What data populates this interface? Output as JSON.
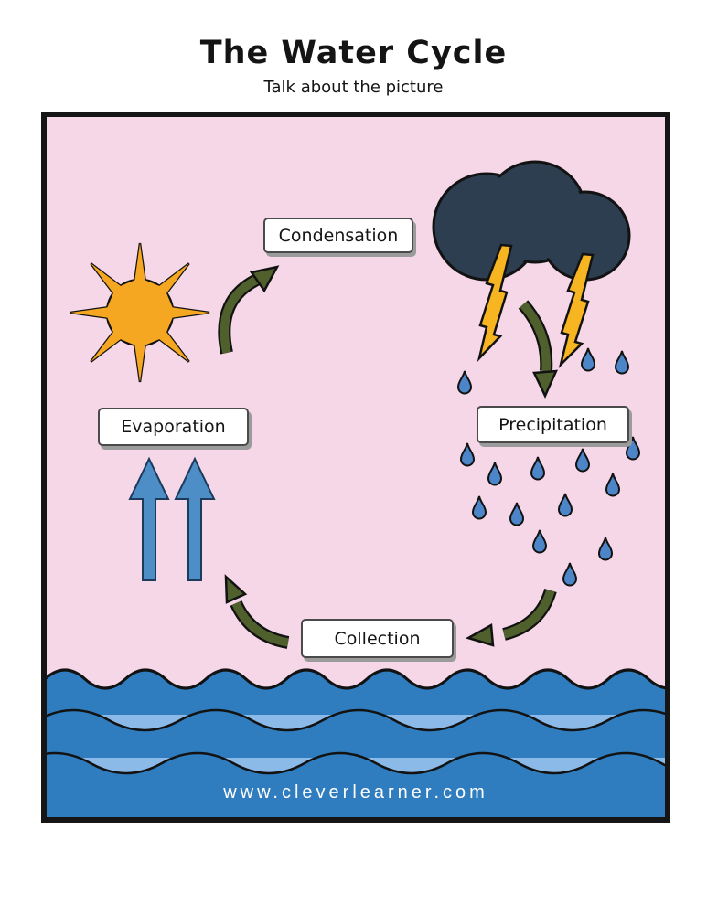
{
  "page": {
    "title": "The Water Cycle",
    "subtitle": "Talk about the picture",
    "watermark": "www.cleverlearner.com"
  },
  "diagram": {
    "labels": {
      "condensation": "Condensation",
      "precipitation": "Precipitation",
      "evaporation": "Evaporation",
      "collection": "Collection"
    },
    "icons": {
      "sun": "sun-icon",
      "storm_cloud": "storm-cloud-icon",
      "lightning": "lightning-bolt-icon",
      "raindrop": "raindrop-icon",
      "up_arrow": "up-arrow-icon",
      "curved_arrow": "curved-arrow-icon",
      "water": "water-waves"
    },
    "colors": {
      "background_pink": "#F5D7E7",
      "frame_border": "#151515",
      "sun_orange": "#F5A722",
      "cloud_navy": "#2D3E50",
      "lightning_yellow": "#F7B621",
      "arrow_green": "#50602C",
      "arrow_blue": "#4D8EC6",
      "raindrop_blue": "#4C86C8",
      "water_blue": "#2F7CBE",
      "water_light_blue": "#8CBAE8",
      "label_bg": "#FFFFFF",
      "label_border": "#4A4A4A",
      "outline_dark": "#121212"
    }
  }
}
